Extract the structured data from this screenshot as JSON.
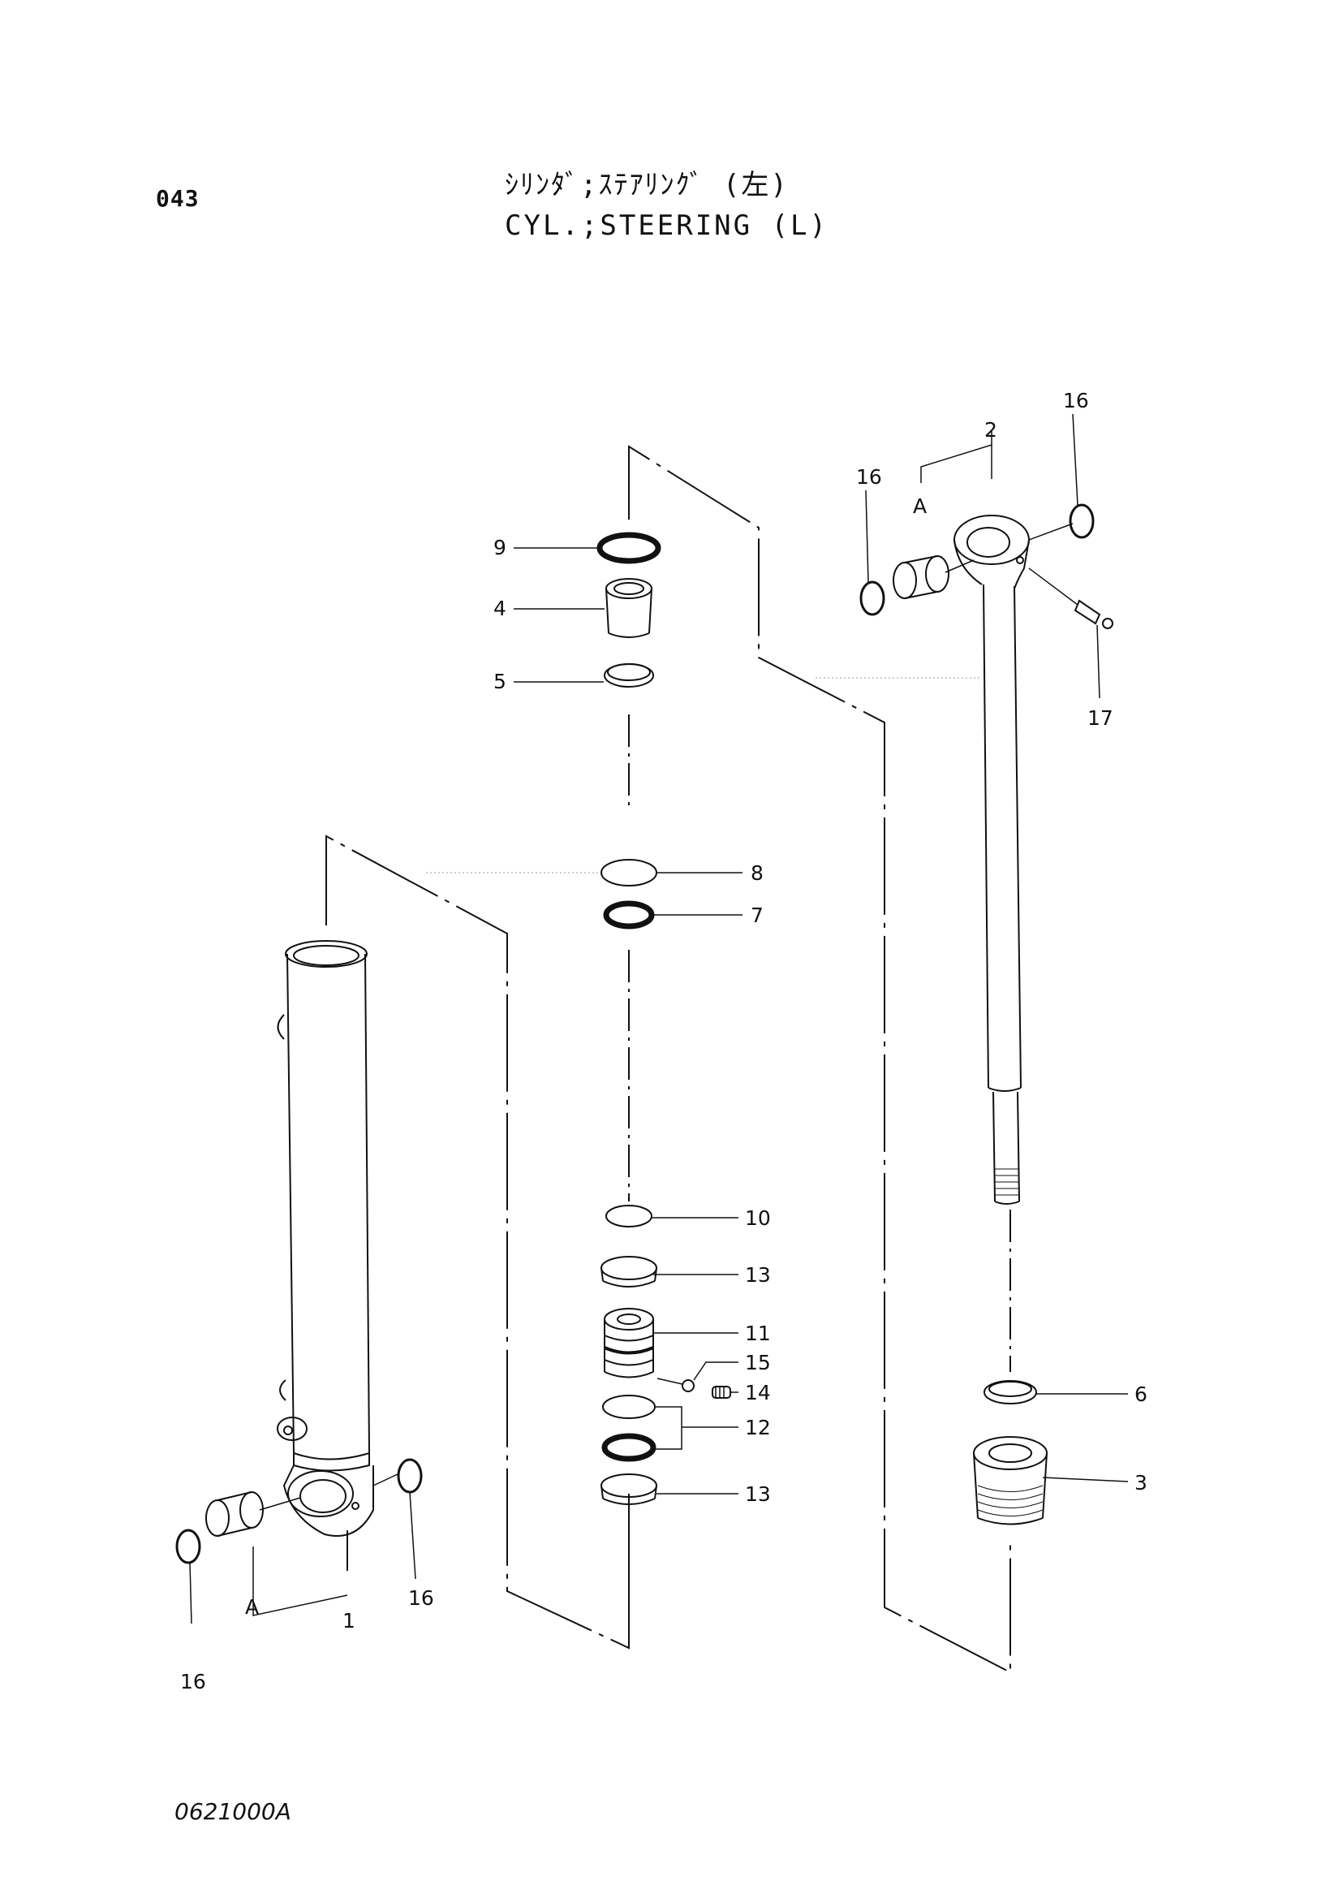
{
  "header": {
    "page_number": "043",
    "title_jp": "ｼﾘﾝﾀﾞ;ｽﾃｱﾘﾝｸﾞ (左)",
    "title_en": "CYL.;STEERING (L)"
  },
  "footer": {
    "drawing_number": "0621000A"
  },
  "callouts": [
    {
      "id": "c1",
      "label": "1"
    },
    {
      "id": "c2",
      "label": "2"
    },
    {
      "id": "c3",
      "label": "3"
    },
    {
      "id": "c4",
      "label": "4"
    },
    {
      "id": "c5",
      "label": "5"
    },
    {
      "id": "c6",
      "label": "6"
    },
    {
      "id": "c7",
      "label": "7"
    },
    {
      "id": "c8",
      "label": "8"
    },
    {
      "id": "c9",
      "label": "9"
    },
    {
      "id": "c10",
      "label": "10"
    },
    {
      "id": "c11",
      "label": "11"
    },
    {
      "id": "c12",
      "label": "12"
    },
    {
      "id": "c13a",
      "label": "13"
    },
    {
      "id": "c13b",
      "label": "13"
    },
    {
      "id": "c14",
      "label": "14"
    },
    {
      "id": "c15",
      "label": "15"
    },
    {
      "id": "c16a",
      "label": "16"
    },
    {
      "id": "c16b",
      "label": "16"
    },
    {
      "id": "c16c",
      "label": "16"
    },
    {
      "id": "c16d",
      "label": "16"
    },
    {
      "id": "c17",
      "label": "17"
    },
    {
      "id": "cA1",
      "label": "A"
    },
    {
      "id": "cA2",
      "label": "A"
    }
  ]
}
